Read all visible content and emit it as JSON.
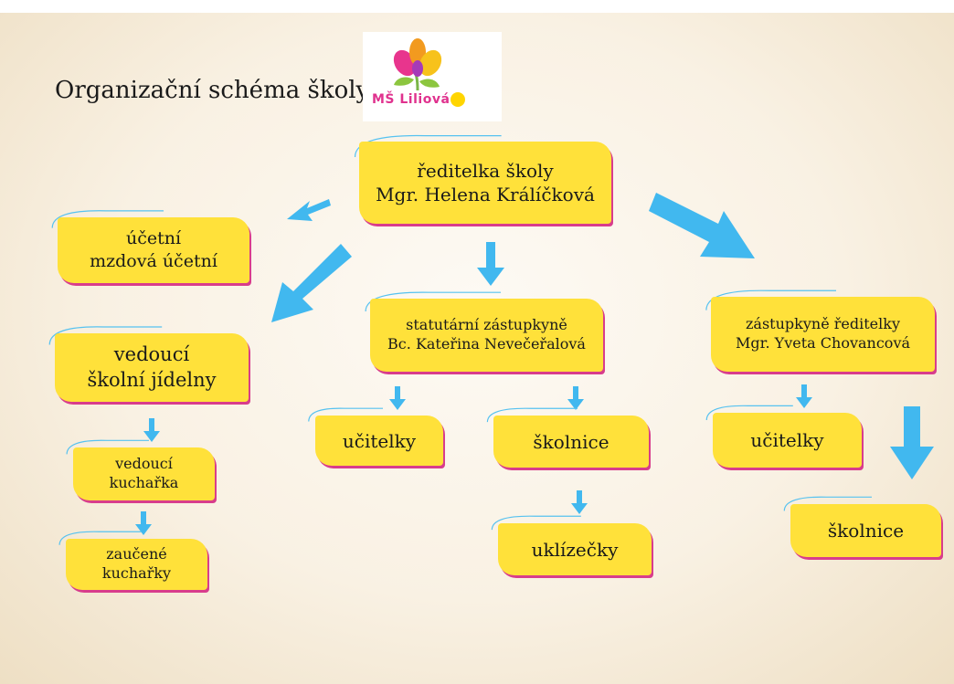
{
  "title": "Organizační schéma školy",
  "logo": {
    "text": "MŠ Liliová"
  },
  "colors": {
    "box": "#ffe13a",
    "arrow": "#41b8ef",
    "accent": "#d83d8c",
    "swoosh": "#56c2f0"
  },
  "nodes": {
    "director": {
      "line1": "ředitelka školy",
      "line2": "Mgr. Helena Králíčková"
    },
    "accountant": {
      "line1": "účetní",
      "line2": "mzdová účetní"
    },
    "kitchen_head": {
      "line1": "vedoucí",
      "line2": "školní jídelny"
    },
    "head_cook": {
      "line1": "vedoucí",
      "line2": "kuchařka"
    },
    "trained_cooks": {
      "line1": "zaučené",
      "line2": "kuchařky"
    },
    "statutory_deputy": {
      "line1": "statutární zástupkyně",
      "line2": "Bc. Kateřina Nevečeřalová"
    },
    "teachers_a": {
      "line1": "učitelky"
    },
    "janitor_a": {
      "line1": "školnice"
    },
    "cleaners": {
      "line1": "uklízečky"
    },
    "deputy": {
      "line1": "zástupkyně ředitelky",
      "line2": "Mgr. Yveta Chovancová"
    },
    "teachers_b": {
      "line1": "učitelky"
    },
    "janitor_b": {
      "line1": "školnice"
    }
  }
}
